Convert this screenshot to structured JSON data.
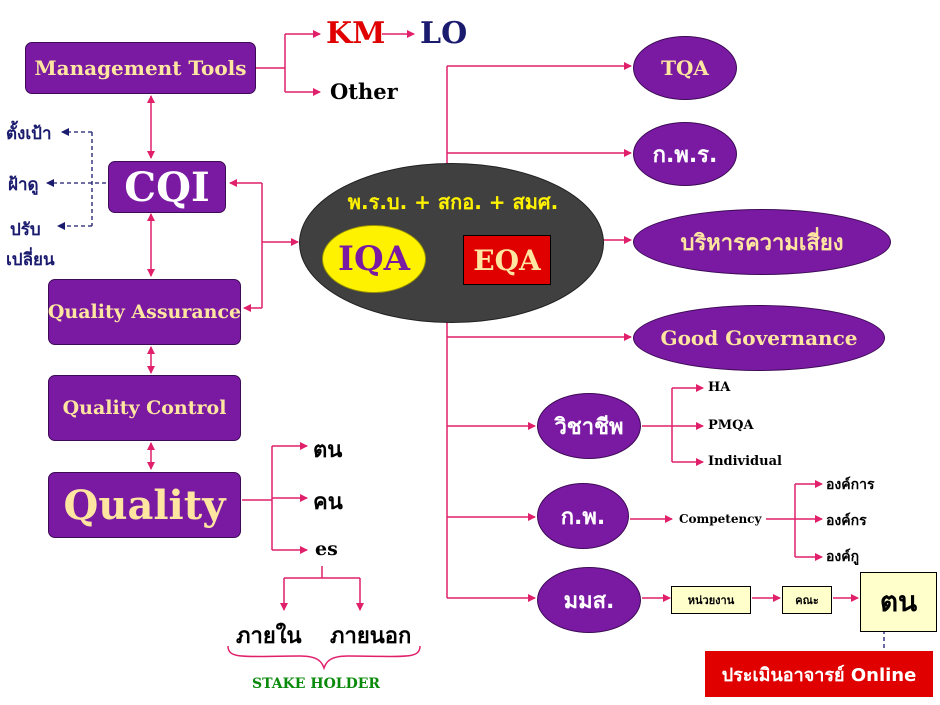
{
  "left": {
    "management_tools": "Management Tools",
    "cqi": "CQI",
    "quality_assurance": "Quality Assurance",
    "quality_control": "Quality Control",
    "quality": "Quality"
  },
  "cqi_cycle": [
    "ตั้งเป้า",
    "ฝ้าดู",
    "ปรับ",
    "เปลี่ยน"
  ],
  "top": {
    "km": "KM",
    "lo": "LO",
    "other": "Other"
  },
  "center": {
    "header": "พ.ร.บ. + สกอ. + สมศ.",
    "iqa": "IQA",
    "eqa": "EQA"
  },
  "quality_branches": [
    "ตน",
    "คน",
    "es"
  ],
  "stakeholder": {
    "internal": "ภายใน",
    "external": "ภายนอก",
    "label": "STAKE HOLDER"
  },
  "right": {
    "tqa": "TQA",
    "kpr": "ก.พ.ร.",
    "risk": "บริหารความเสี่ยง",
    "governance": "Good Governance",
    "profession": "วิชาชีพ",
    "kp": "ก.พ.",
    "msu": "มมส."
  },
  "profession_items": [
    "HA",
    "PMQA",
    "Individual"
  ],
  "competency": {
    "label": "Competency",
    "items": [
      "องค์การ",
      "องค์กร",
      "องค์กู"
    ]
  },
  "msu_chain": {
    "unit": "หน่วยงาน",
    "faculty": "คณะ",
    "self": "ตน"
  },
  "online_eval": "ประเมินอาจารย์ Online",
  "colors": {
    "purple": "#7a1aa3",
    "pink_line": "#e0206a",
    "red": "#e00000",
    "yellow": "#fff200",
    "navy": "#1a1a6e"
  }
}
